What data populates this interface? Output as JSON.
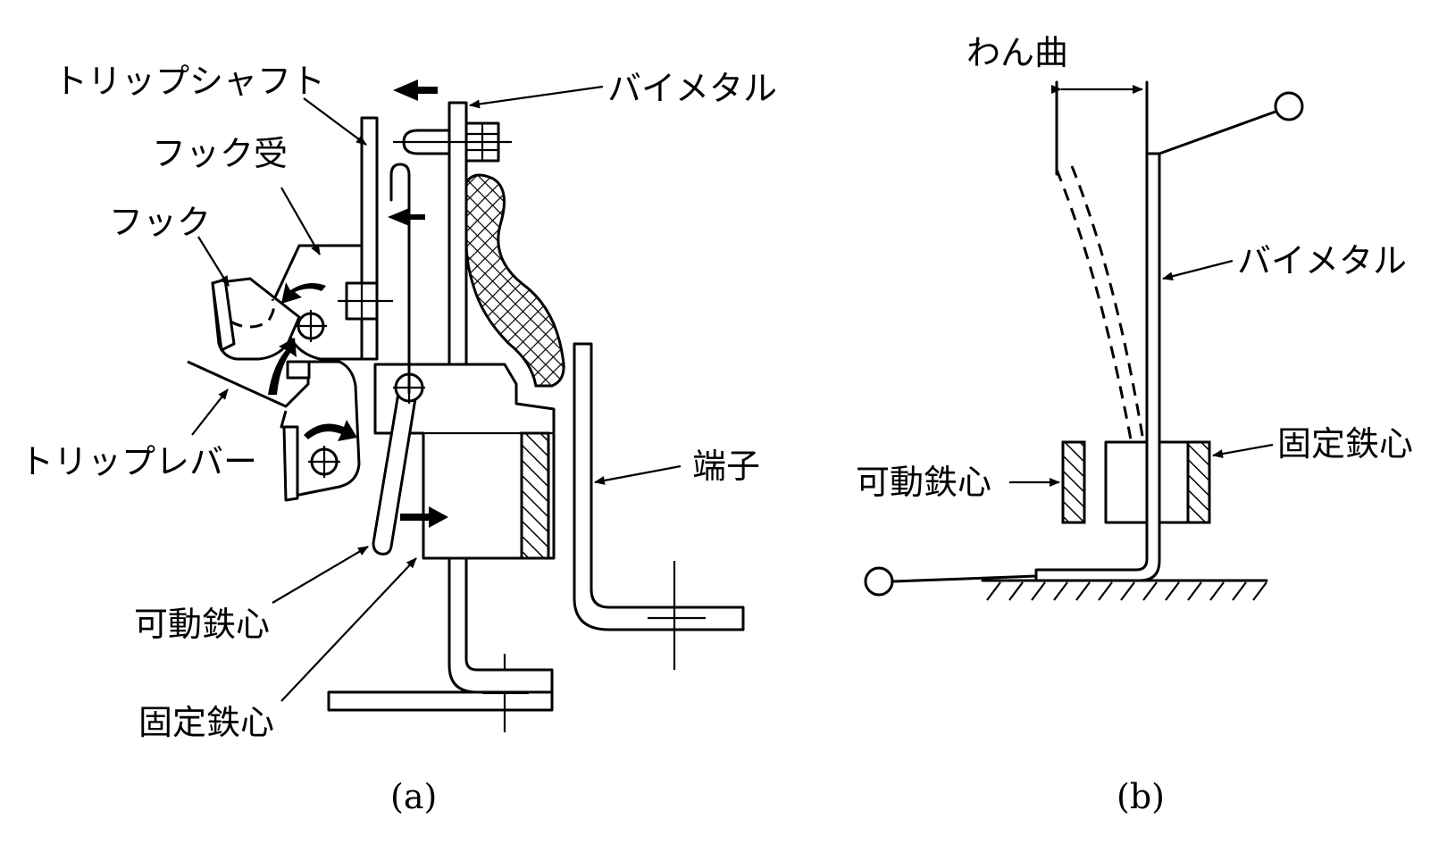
{
  "panel_a": {
    "caption": "(a)",
    "labels": {
      "trip_shaft": "トリップシャフト",
      "hook_receiver": "フック受",
      "hook": "フック",
      "trip_lever": "トリップレバー",
      "bimetal": "バイメタル",
      "terminal": "端子",
      "movable_core": "可動鉄心",
      "fixed_core": "固定鉄心"
    }
  },
  "panel_b": {
    "caption": "(b)",
    "labels": {
      "bending": "わん曲",
      "bimetal": "バイメタル",
      "fixed_core": "固定鉄心",
      "movable_core": "可動鉄心"
    }
  }
}
